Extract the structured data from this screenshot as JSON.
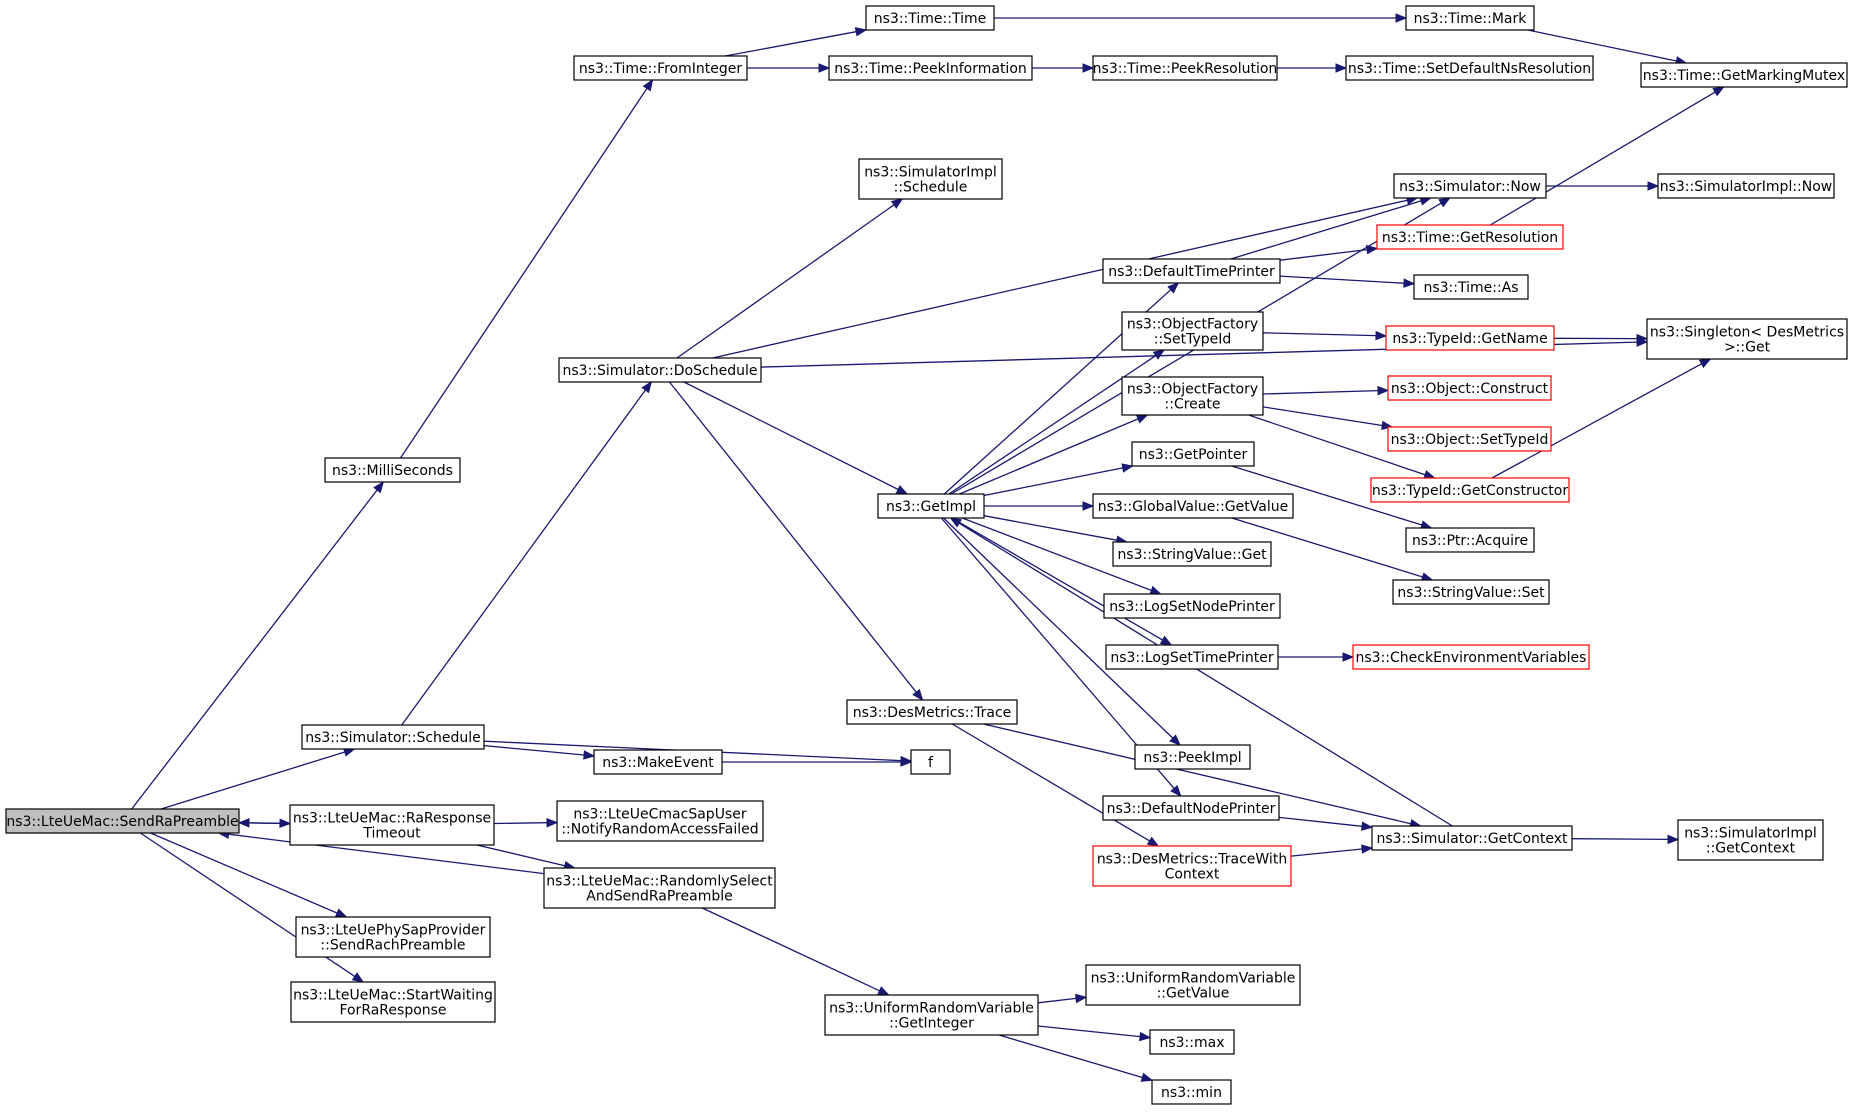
{
  "colors": {
    "edge": "#191970",
    "node_border": "#000000",
    "red_border": "#ff0000",
    "current_fill": "#bfbfbf"
  },
  "nodes": [
    {
      "id": "sendRa",
      "lines": [
        "ns3::LteUeMac::SendRaPreamble"
      ],
      "style": "current"
    },
    {
      "id": "milli",
      "lines": [
        "ns3::MilliSeconds"
      ],
      "style": "normal"
    },
    {
      "id": "fromInt",
      "lines": [
        "ns3::Time::FromInteger"
      ],
      "style": "normal"
    },
    {
      "id": "timeTime",
      "lines": [
        "ns3::Time::Time"
      ],
      "style": "normal"
    },
    {
      "id": "timeMark",
      "lines": [
        "ns3::Time::Mark"
      ],
      "style": "normal"
    },
    {
      "id": "markMutex",
      "lines": [
        "ns3::Time::GetMarkingMutex"
      ],
      "style": "normal"
    },
    {
      "id": "peekInfo",
      "lines": [
        "ns3::Time::PeekInformation"
      ],
      "style": "normal"
    },
    {
      "id": "peekRes",
      "lines": [
        "ns3::Time::PeekResolution"
      ],
      "style": "normal"
    },
    {
      "id": "setDefNs",
      "lines": [
        "ns3::Time::SetDefaultNsResolution"
      ],
      "style": "normal"
    },
    {
      "id": "simImplSched",
      "lines": [
        "ns3::SimulatorImpl",
        "::Schedule"
      ],
      "style": "normal"
    },
    {
      "id": "simNow",
      "lines": [
        "ns3::Simulator::Now"
      ],
      "style": "normal"
    },
    {
      "id": "simImplNow",
      "lines": [
        "ns3::SimulatorImpl::Now"
      ],
      "style": "normal"
    },
    {
      "id": "getRes",
      "lines": [
        "ns3::Time::GetResolution"
      ],
      "style": "red"
    },
    {
      "id": "defTimePr",
      "lines": [
        "ns3::DefaultTimePrinter"
      ],
      "style": "normal"
    },
    {
      "id": "timeAs",
      "lines": [
        "ns3::Time::As"
      ],
      "style": "normal"
    },
    {
      "id": "ofSetType",
      "lines": [
        "ns3::ObjectFactory",
        "::SetTypeId"
      ],
      "style": "normal"
    },
    {
      "id": "tidGetName",
      "lines": [
        "ns3::TypeId::GetName"
      ],
      "style": "red"
    },
    {
      "id": "singleton",
      "lines": [
        "ns3::Singleton< DesMetrics",
        ">::Get"
      ],
      "style": "normal"
    },
    {
      "id": "doSched",
      "lines": [
        "ns3::Simulator::DoSchedule"
      ],
      "style": "normal"
    },
    {
      "id": "ofCreate",
      "lines": [
        "ns3::ObjectFactory",
        "::Create"
      ],
      "style": "normal"
    },
    {
      "id": "objConstruct",
      "lines": [
        "ns3::Object::Construct"
      ],
      "style": "red"
    },
    {
      "id": "objSetType",
      "lines": [
        "ns3::Object::SetTypeId"
      ],
      "style": "red"
    },
    {
      "id": "getPointer",
      "lines": [
        "ns3::GetPointer"
      ],
      "style": "normal"
    },
    {
      "id": "getCtor",
      "lines": [
        "ns3::TypeId::GetConstructor"
      ],
      "style": "red"
    },
    {
      "id": "getImpl",
      "lines": [
        "ns3::GetImpl"
      ],
      "style": "normal"
    },
    {
      "id": "gvGetValue",
      "lines": [
        "ns3::GlobalValue::GetValue"
      ],
      "style": "normal"
    },
    {
      "id": "ptrAcquire",
      "lines": [
        "ns3::Ptr::Acquire"
      ],
      "style": "normal"
    },
    {
      "id": "svGet",
      "lines": [
        "ns3::StringValue::Get"
      ],
      "style": "normal"
    },
    {
      "id": "svSet",
      "lines": [
        "ns3::StringValue::Set"
      ],
      "style": "normal"
    },
    {
      "id": "logNode",
      "lines": [
        "ns3::LogSetNodePrinter"
      ],
      "style": "normal"
    },
    {
      "id": "logTime",
      "lines": [
        "ns3::LogSetTimePrinter"
      ],
      "style": "normal"
    },
    {
      "id": "checkEnv",
      "lines": [
        "ns3::CheckEnvironmentVariables"
      ],
      "style": "red"
    },
    {
      "id": "desTrace",
      "lines": [
        "ns3::DesMetrics::Trace"
      ],
      "style": "normal"
    },
    {
      "id": "simSched",
      "lines": [
        "ns3::Simulator::Schedule"
      ],
      "style": "normal"
    },
    {
      "id": "f",
      "lines": [
        "f"
      ],
      "style": "normal"
    },
    {
      "id": "makeEvent",
      "lines": [
        "ns3::MakeEvent"
      ],
      "style": "normal"
    },
    {
      "id": "peekImpl",
      "lines": [
        "ns3::PeekImpl"
      ],
      "style": "normal"
    },
    {
      "id": "raTimeout",
      "lines": [
        "ns3::LteUeMac::RaResponse",
        "Timeout"
      ],
      "style": "normal"
    },
    {
      "id": "notifyRA",
      "lines": [
        "ns3::LteUeCmacSapUser",
        "::NotifyRandomAccessFailed"
      ],
      "style": "normal"
    },
    {
      "id": "defNodePr",
      "lines": [
        "ns3::DefaultNodePrinter"
      ],
      "style": "normal"
    },
    {
      "id": "simGetCtx",
      "lines": [
        "ns3::Simulator::GetContext"
      ],
      "style": "normal"
    },
    {
      "id": "simImplCtx",
      "lines": [
        "ns3::SimulatorImpl",
        "::GetContext"
      ],
      "style": "normal"
    },
    {
      "id": "traceCtx",
      "lines": [
        "ns3::DesMetrics::TraceWith",
        "Context"
      ],
      "style": "red"
    },
    {
      "id": "randSel",
      "lines": [
        "ns3::LteUeMac::RandomlySelect",
        "AndSendRaPreamble"
      ],
      "style": "normal"
    },
    {
      "id": "physRach",
      "lines": [
        "ns3::LteUePhySapProvider",
        "::SendRachPreamble"
      ],
      "style": "normal"
    },
    {
      "id": "startWait",
      "lines": [
        "ns3::LteUeMac::StartWaiting",
        "ForRaResponse"
      ],
      "style": "normal"
    },
    {
      "id": "urvGetValue",
      "lines": [
        "ns3::UniformRandomVariable",
        "::GetValue"
      ],
      "style": "normal"
    },
    {
      "id": "urvGetInt",
      "lines": [
        "ns3::UniformRandomVariable",
        "::GetInteger"
      ],
      "style": "normal"
    },
    {
      "id": "max",
      "lines": [
        "ns3::max"
      ],
      "style": "normal"
    },
    {
      "id": "min",
      "lines": [
        "ns3::min"
      ],
      "style": "normal"
    }
  ],
  "edges": [
    [
      "sendRa",
      "milli"
    ],
    [
      "sendRa",
      "simSched"
    ],
    [
      "sendRa",
      "raTimeout"
    ],
    [
      "sendRa",
      "physRach"
    ],
    [
      "sendRa",
      "startWait"
    ],
    [
      "milli",
      "fromInt"
    ],
    [
      "fromInt",
      "timeTime"
    ],
    [
      "fromInt",
      "peekInfo"
    ],
    [
      "timeTime",
      "timeMark"
    ],
    [
      "timeMark",
      "markMutex"
    ],
    [
      "peekInfo",
      "peekRes"
    ],
    [
      "peekRes",
      "setDefNs"
    ],
    [
      "simSched",
      "doSched"
    ],
    [
      "simSched",
      "makeEvent"
    ],
    [
      "simSched",
      "f"
    ],
    [
      "makeEvent",
      "f"
    ],
    [
      "doSched",
      "simImplSched"
    ],
    [
      "doSched",
      "simNow"
    ],
    [
      "doSched",
      "singleton"
    ],
    [
      "doSched",
      "getImpl"
    ],
    [
      "doSched",
      "desTrace"
    ],
    [
      "simNow",
      "simImplNow"
    ],
    [
      "getImpl",
      "simNow"
    ],
    [
      "getImpl",
      "defTimePr"
    ],
    [
      "getImpl",
      "ofSetType"
    ],
    [
      "getImpl",
      "ofCreate"
    ],
    [
      "getImpl",
      "getPointer"
    ],
    [
      "getImpl",
      "gvGetValue"
    ],
    [
      "getImpl",
      "svGet"
    ],
    [
      "getImpl",
      "logNode"
    ],
    [
      "getImpl",
      "logTime"
    ],
    [
      "getImpl",
      "peekImpl"
    ],
    [
      "getImpl",
      "defNodePr"
    ],
    [
      "defTimePr",
      "simNow"
    ],
    [
      "defTimePr",
      "getRes"
    ],
    [
      "defTimePr",
      "timeAs"
    ],
    [
      "getRes",
      "markMutex"
    ],
    [
      "ofSetType",
      "tidGetName"
    ],
    [
      "tidGetName",
      "singleton"
    ],
    [
      "ofCreate",
      "objConstruct"
    ],
    [
      "ofCreate",
      "objSetType"
    ],
    [
      "ofCreate",
      "getCtor"
    ],
    [
      "getCtor",
      "singleton"
    ],
    [
      "getPointer",
      "ptrAcquire"
    ],
    [
      "gvGetValue",
      "svSet"
    ],
    [
      "logTime",
      "checkEnv"
    ],
    [
      "simGetCtx",
      "getImpl"
    ],
    [
      "defNodePr",
      "simGetCtx"
    ],
    [
      "simGetCtx",
      "simImplCtx"
    ],
    [
      "desTrace",
      "traceCtx"
    ],
    [
      "desTrace",
      "simGetCtx"
    ],
    [
      "traceCtx",
      "simGetCtx"
    ],
    [
      "raTimeout",
      "sendRa"
    ],
    [
      "raTimeout",
      "notifyRA"
    ],
    [
      "raTimeout",
      "randSel"
    ],
    [
      "randSel",
      "sendRa"
    ],
    [
      "randSel",
      "urvGetInt"
    ],
    [
      "urvGetInt",
      "urvGetValue"
    ],
    [
      "urvGetInt",
      "max"
    ],
    [
      "urvGetInt",
      "min"
    ]
  ]
}
